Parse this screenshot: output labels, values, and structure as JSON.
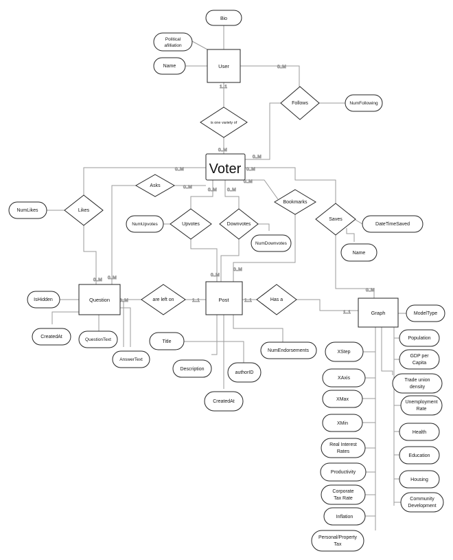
{
  "entities": {
    "user": "User",
    "voter": "Voter",
    "question": "Question",
    "post": "Post",
    "graph": "Graph"
  },
  "relationships": {
    "variety": "is one variety of",
    "follows": "Follows",
    "asks": "Asks",
    "likes": "Likes",
    "upvotes": "Upvotes",
    "downvotes": "Downvotes",
    "bookmarks": "Bookmarks",
    "saves": "Saves",
    "left_on": "are left on",
    "has_a": "Has a"
  },
  "attributes": {
    "bio": "Bio",
    "political": [
      "Political",
      "afilliation"
    ],
    "user_name": "Name",
    "num_following": "NumFollowing",
    "num_likes": "NumLikes",
    "num_upvotes": "NumUpvotes",
    "num_downvotes": "NumDownvotes",
    "date_time_saved": "DateTimeSaved",
    "saves_name": "Name",
    "is_hidden": "IsHidden",
    "question_created_at": "CreatedAt",
    "question_text": "QuestionText",
    "answer_text": "AnswerText",
    "title": "Title",
    "description": "Description",
    "author_id": "authorID",
    "post_created_at": "CreatedAt",
    "num_endorsements": "NumEndorsements",
    "model_type": "ModelType",
    "population": "Population",
    "gdp": [
      "GDP per",
      "Capita"
    ],
    "trade_union": [
      "Trade union",
      "density"
    ],
    "unemployment": [
      "Unemployment",
      "Rate"
    ],
    "health": "Health",
    "education": "Education",
    "housing": "Housing",
    "community": [
      "Community",
      "Development"
    ],
    "x_step": "XStep",
    "x_axis": "XAxis",
    "x_max": "XMax",
    "x_min": "XMin",
    "real_interest": [
      "Real Interest",
      "Rates"
    ],
    "productivity": "Productivity",
    "corporate_tax": [
      "Corporate",
      "Tax Rate"
    ],
    "inflation": "Inflation",
    "personal_tax": [
      "Personal/Property",
      "Tax"
    ]
  },
  "cardinalities": {
    "user_follows": "0..M",
    "user_variety": "1..1",
    "voter_variety": "0..M",
    "voter_follows": "0..M",
    "voter_likes": "0..M",
    "voter_asks": "0..M",
    "voter_upvotes": "0..M",
    "voter_downvotes": "0..M",
    "voter_bookmarks": "0..M",
    "voter_saves": "0..M",
    "question_likes": "0..M",
    "question_asks": "0..M",
    "question_left_on": "0..M",
    "post_left_on": "1..1",
    "post_upvotes": "0..M",
    "post_bookmarks": "0..M",
    "post_has_a": "1..1",
    "graph_has_a": "1..1",
    "graph_saves": "0..M"
  }
}
